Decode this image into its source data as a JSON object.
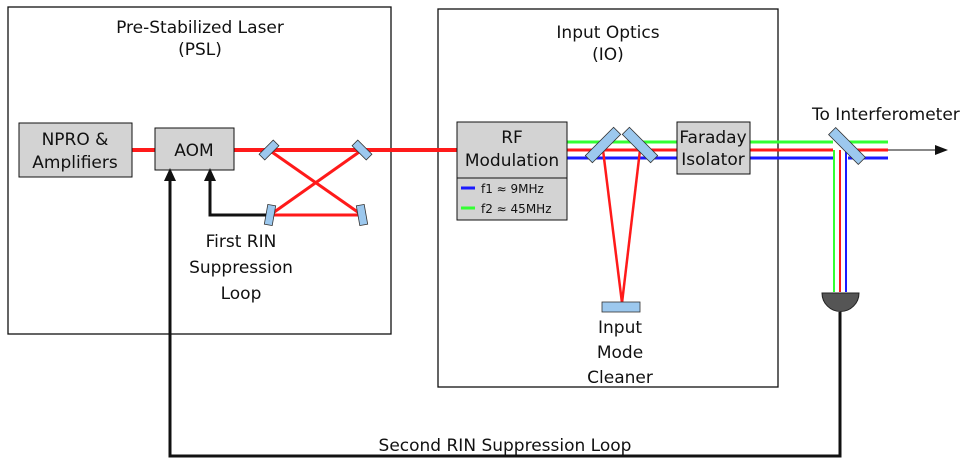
{
  "psl_box": {
    "title_line1": "Pre-Stabilized Laser",
    "title_line2": "(PSL)"
  },
  "io_box": {
    "title_line1": "Input Optics",
    "title_line2": "(IO)"
  },
  "npro": {
    "line1": "NPRO &",
    "line2": "Amplifiers"
  },
  "aom": {
    "label": "AOM"
  },
  "rf_mod": {
    "line1": "RF",
    "line2": "Modulation",
    "f1": "f1 ≈ 9MHz",
    "f2": "f2 ≈ 45MHz"
  },
  "faraday": {
    "line1": "Faraday",
    "line2": "Isolator"
  },
  "first_loop": {
    "line1": "First RIN",
    "line2": "Suppression",
    "line3": "Loop"
  },
  "imc": {
    "line1": "Input",
    "line2": "Mode",
    "line3": "Cleaner"
  },
  "output": {
    "label": "To Interferometer"
  },
  "second_loop": {
    "label": "Second RIN Suppression Loop"
  },
  "colors": {
    "laser": "#ff1a1a",
    "sideband_f1": "#1a1aff",
    "sideband_f2": "#33ff33",
    "box_fill": "#d3d3d3",
    "mirror_fill": "#9cc8ee"
  }
}
